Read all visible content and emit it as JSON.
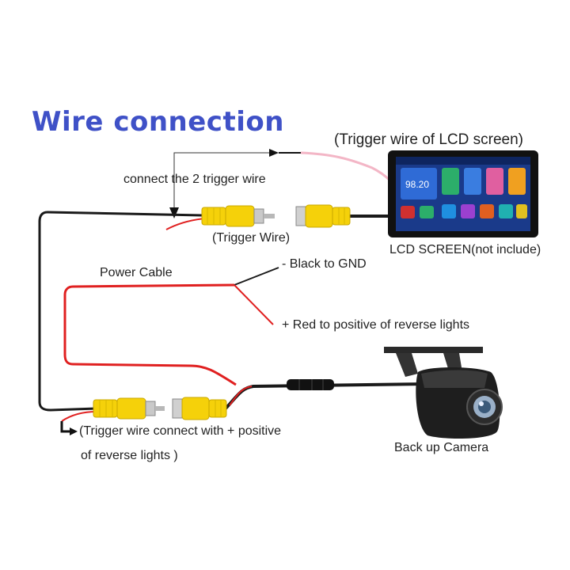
{
  "title": "Wire connection",
  "labels": {
    "trigger_lcd": "(Trigger wire of LCD screen)",
    "connect_two": "connect the 2 trigger wire",
    "trigger_wire": "(Trigger Wire)",
    "lcd_screen": "LCD SCREEN(not include)",
    "power_cable": "Power Cable",
    "black_gnd": "- Black to GND",
    "red_positive": "+ Red to positive of reverse lights",
    "trigger_connect_1": "(Trigger wire connect with + positive",
    "trigger_connect_2": "of reverse lights )",
    "camera": "Back up Camera"
  },
  "screen": {
    "radio_freq": "98.20"
  },
  "colors": {
    "title": "#3f51c7",
    "wire_black": "#1a1a1a",
    "wire_red": "#e02020",
    "wire_pink": "#f3b6c6",
    "rca_yellow": "#f5d10a",
    "screen_bg": "#1a3a8a"
  }
}
